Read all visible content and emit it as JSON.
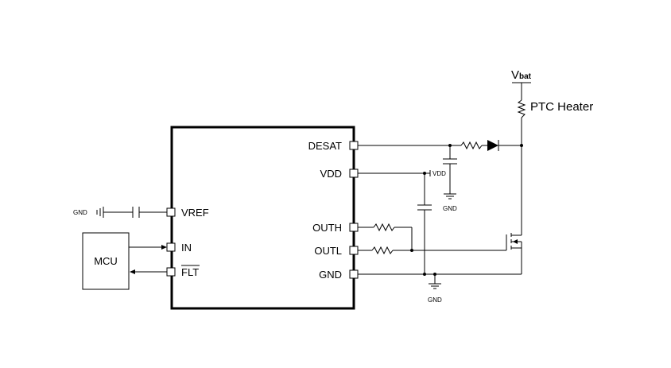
{
  "ic": {
    "pins_right": [
      "DESAT",
      "VDD",
      "OUTH",
      "OUTL",
      "GND"
    ],
    "pins_left": [
      "VREF",
      "IN",
      "FLT"
    ]
  },
  "mcu": {
    "label": "MCU"
  },
  "supply": {
    "main": "V",
    "sub": "bat"
  },
  "heater": {
    "label": "PTC Heater"
  },
  "gnd_labels": {
    "vref_gnd": "GND",
    "vdd_cap_gnd": "GND",
    "main_gnd": "GND"
  },
  "vdd_tag": "VDD"
}
